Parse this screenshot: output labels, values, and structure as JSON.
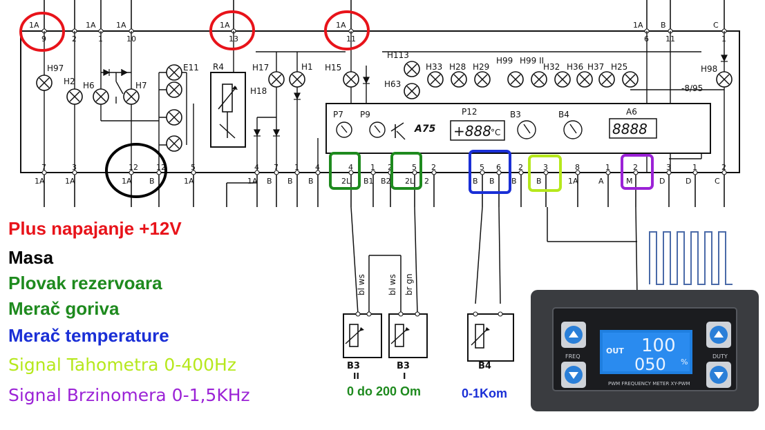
{
  "schematic": {
    "top_pins": [
      {
        "group": "1A",
        "num": "9"
      },
      {
        "group": "",
        "num": "2"
      },
      {
        "group": "1A",
        "num": "1"
      },
      {
        "group": "1A",
        "num": "10"
      },
      {
        "group": "1A",
        "num": "13"
      },
      {
        "group": "1A",
        "num": "11"
      },
      {
        "group": "1A",
        "num": "6"
      },
      {
        "group": "B",
        "num": "11"
      },
      {
        "group": "C",
        "num": "1"
      }
    ],
    "bottom_pins": [
      {
        "num": "7",
        "group": "1A"
      },
      {
        "num": "3",
        "group": "1A"
      },
      {
        "num": "12",
        "group": "1A"
      },
      {
        "num": "12",
        "group": "B"
      },
      {
        "num": "5",
        "group": "1A"
      },
      {
        "num": "4",
        "group": "1A"
      },
      {
        "num": "7",
        "group": "B"
      },
      {
        "num": "1",
        "group": "B"
      },
      {
        "num": "4",
        "group": "B"
      },
      {
        "num": "4",
        "group": "2L"
      },
      {
        "num": "1",
        "group": "B1"
      },
      {
        "num": "2",
        "group": "B2"
      },
      {
        "num": "5",
        "group": "2L"
      },
      {
        "num": "2",
        "group": "2"
      },
      {
        "num": "5",
        "group": "B"
      },
      {
        "num": "6",
        "group": "B"
      },
      {
        "num": "2",
        "group": "B"
      },
      {
        "num": "3",
        "group": "B"
      },
      {
        "num": "8",
        "group": "1A"
      },
      {
        "num": "1",
        "group": "A"
      },
      {
        "num": "2",
        "group": "M"
      },
      {
        "num": "3",
        "group": "D"
      },
      {
        "num": "1",
        "group": "D"
      },
      {
        "num": "2",
        "group": "C"
      }
    ],
    "components": [
      "H97",
      "H2",
      "H6",
      "H7",
      "E11",
      "R4",
      "H17",
      "H18",
      "H1",
      "H15",
      "H113",
      "H63",
      "H33",
      "H28",
      "H29",
      "H99",
      "H99 II",
      "H32",
      "H36",
      "H37",
      "H25",
      "H98"
    ],
    "note": "-8/95",
    "panel": {
      "p7": "P7",
      "p9": "P9",
      "a75": "A75",
      "p12": "P12",
      "b3": "B3",
      "b4": "B4",
      "a6": "A6",
      "p12_value": "+888",
      "unit": "°C",
      "a6_value": "8888"
    },
    "wire_colors": [
      "bl ws",
      "bl ws",
      "br gn"
    ],
    "sensors": [
      {
        "name": "B3",
        "sub": "II"
      },
      {
        "name": "B3",
        "sub": "I"
      },
      {
        "name": "B4",
        "sub": ""
      }
    ]
  },
  "legend": [
    {
      "text": "Plus napajanje +12V",
      "color": "#e8131a"
    },
    {
      "text": "Masa",
      "color": "#000000"
    },
    {
      "text": "Plovak rezervoara",
      "color": "#1e8a1e"
    },
    {
      "text": "Merač goriva",
      "color": "#1e8a1e"
    },
    {
      "text": "Merač temperature",
      "color": "#1a2fd6"
    },
    {
      "text": "Signal Tahometra 0-400Hz",
      "color": "#b6e81c"
    },
    {
      "text": "Signal Brzinomera 0-1,5KHz",
      "color": "#9b22d6"
    }
  ],
  "captions": {
    "fuel_range": "0 do 200 Om",
    "temp_range": "0-1Kom"
  },
  "module": {
    "out_label": "OUT",
    "freq_value": "100",
    "duty_value": "050",
    "percent": "%",
    "freq_button": "FREQ",
    "duty_button": "DUTY",
    "model": "PWM FREQUENCY METER XY-PWM"
  },
  "highlight_colors": {
    "red": "#e8131a",
    "black": "#000000",
    "green": "#1e8a1e",
    "blue": "#1a2fd6",
    "lime": "#b6e81c",
    "purple": "#9b22d6",
    "waveform": "#4a6aa8"
  }
}
